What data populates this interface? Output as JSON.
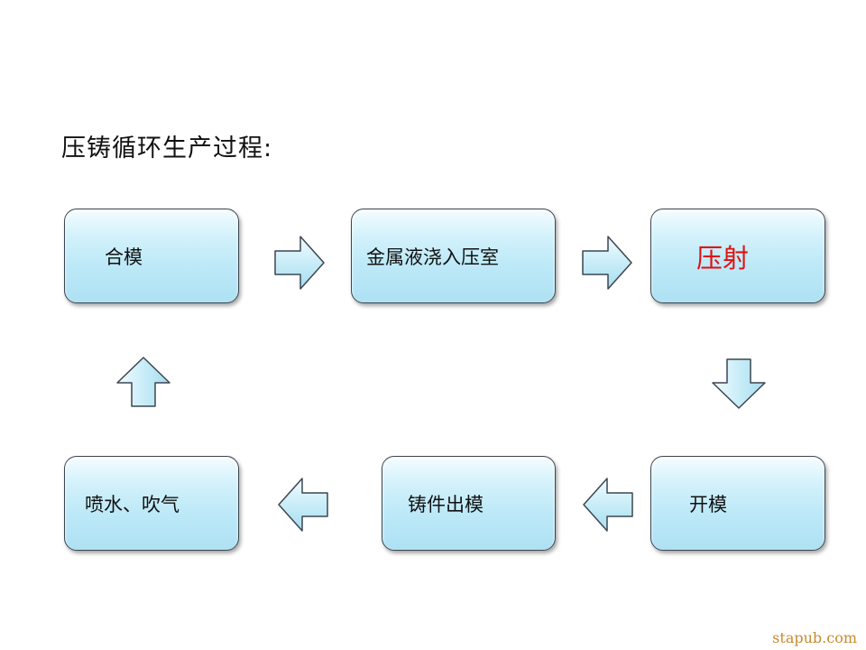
{
  "title": "压铸循环生产过程:",
  "steps": [
    {
      "id": "he-mo",
      "label": "合模"
    },
    {
      "id": "pour",
      "label": "金属液浇入压室"
    },
    {
      "id": "shot",
      "label": "压射",
      "color": "#e01010"
    },
    {
      "id": "open",
      "label": "开模"
    },
    {
      "id": "eject",
      "label": "铸件出模"
    },
    {
      "id": "spray",
      "label": "喷水、吹气"
    }
  ],
  "watermark": "stapub.com",
  "colors": {
    "box_fill": "#bde9f8",
    "box_border": "#3c4650",
    "highlight_text": "#e01010",
    "watermark": "#c98a2e"
  },
  "icons": [
    "arrow-right-icon",
    "arrow-down-icon",
    "arrow-left-icon",
    "arrow-up-icon"
  ]
}
